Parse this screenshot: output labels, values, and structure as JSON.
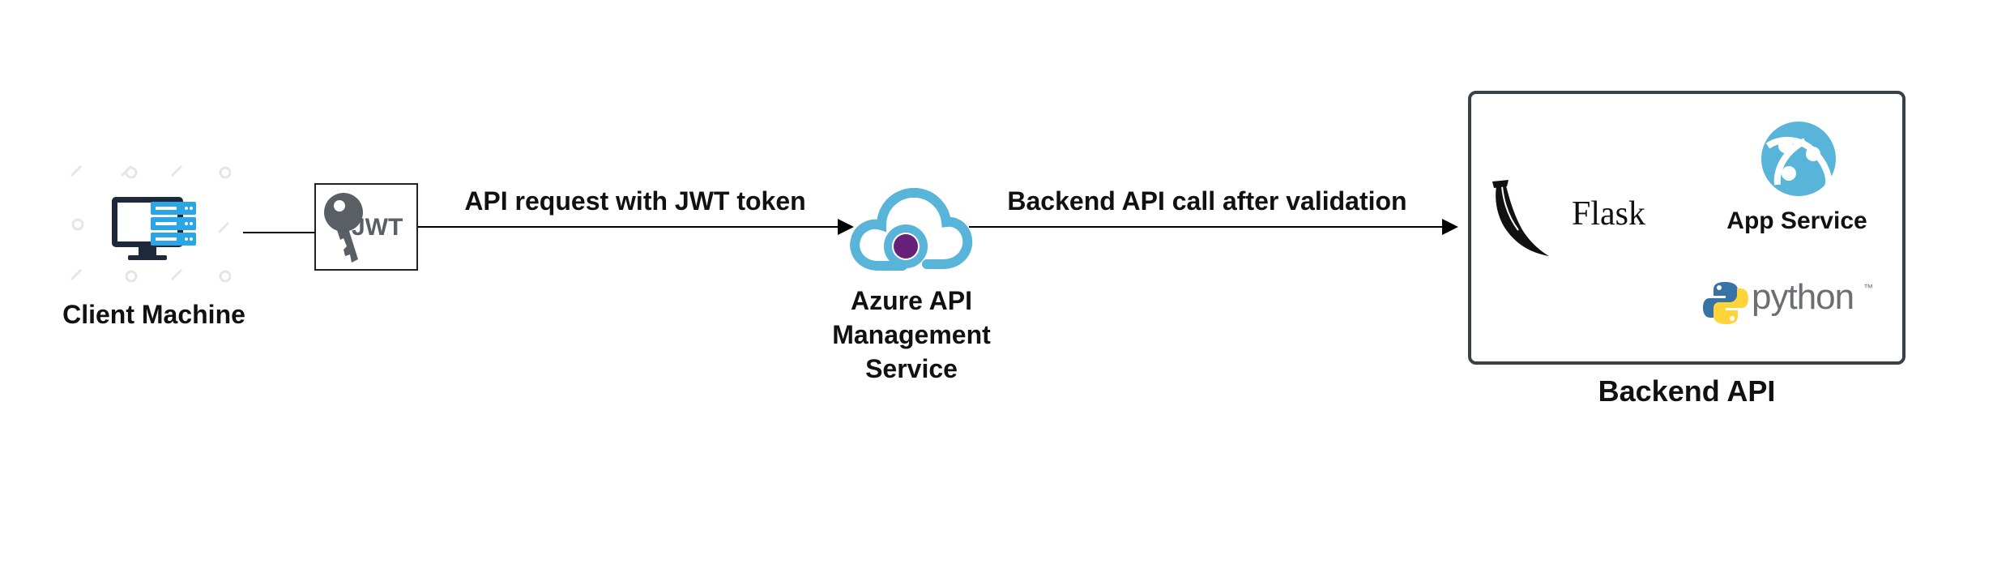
{
  "nodes": {
    "client": {
      "label": "Client Machine"
    },
    "jwt": {
      "text": "JWT"
    },
    "apim": {
      "line1": "Azure API",
      "line2": "Management",
      "line3": "Service"
    },
    "backend": {
      "title": "Backend API",
      "flask": "Flask",
      "app_service": "App Service",
      "python": "python",
      "python_tm": "™"
    }
  },
  "edges": {
    "request": {
      "label": "API request with JWT token"
    },
    "backend_call": {
      "label": "Backend API call after validation"
    }
  },
  "colors": {
    "azure_blue": "#59b4d9",
    "azure_purple": "#68217a",
    "monitor_dark": "#1e2a3b",
    "server_blue": "#2aa5e6",
    "key_gray": "#5a5f66",
    "python_blue": "#3873a6",
    "python_yellow": "#ffd43b"
  }
}
